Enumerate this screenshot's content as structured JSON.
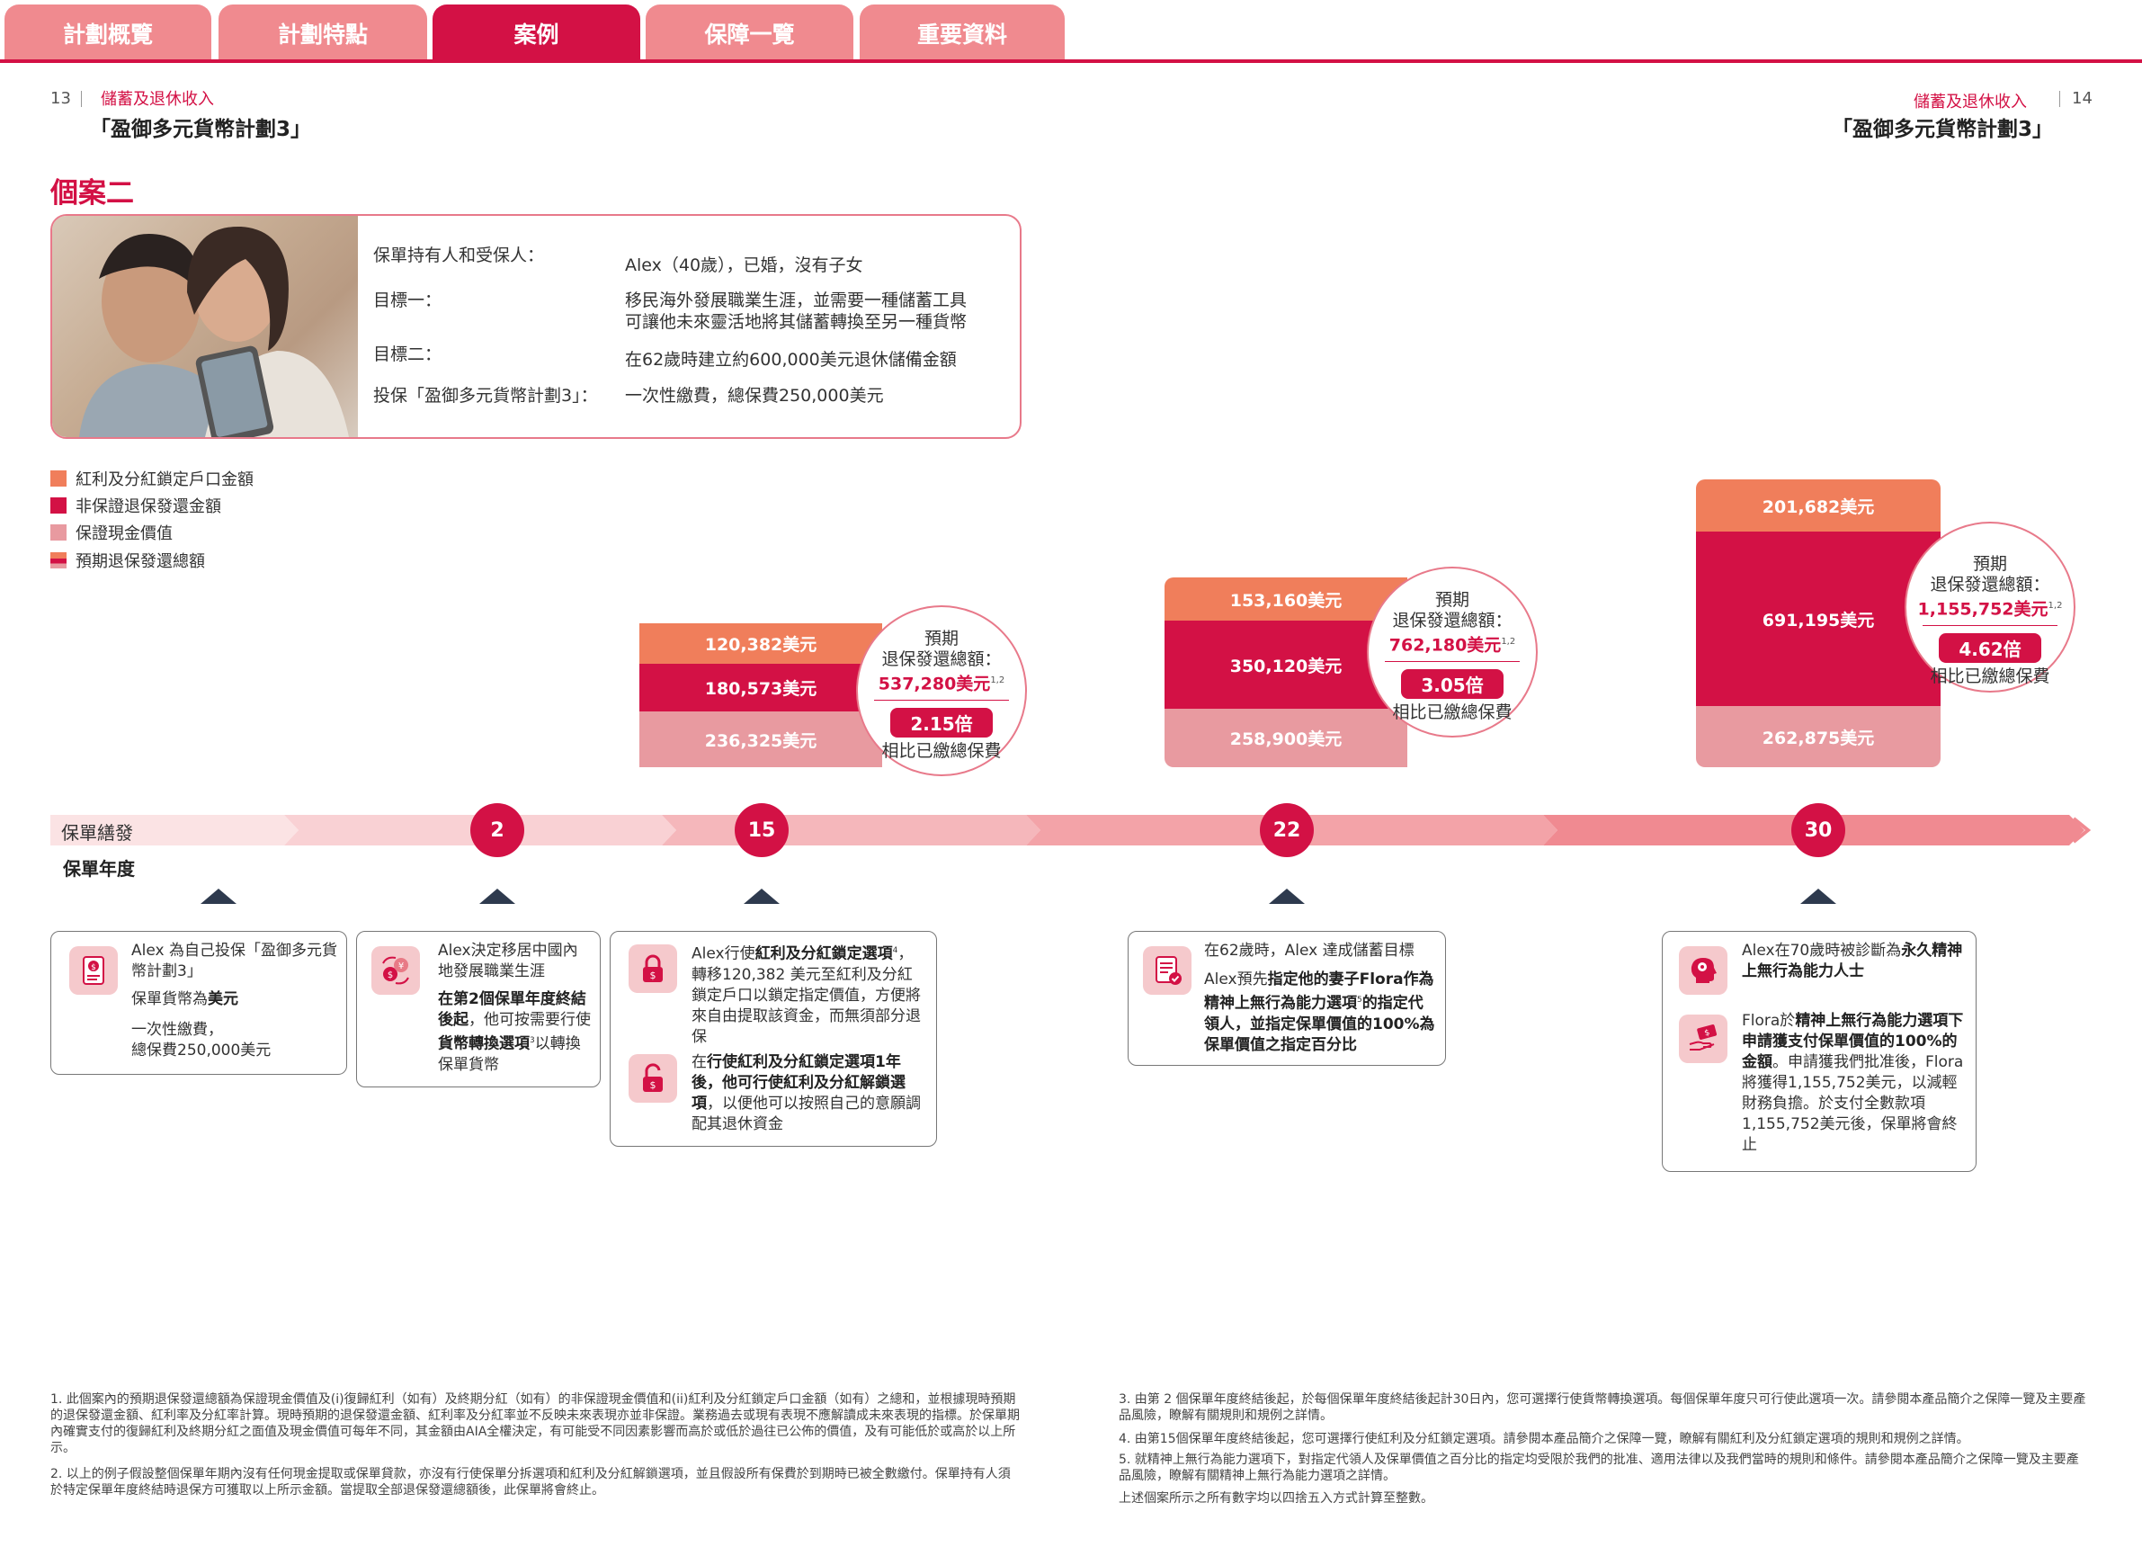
{
  "tabs": [
    "計劃概覽",
    "計劃特點",
    "案例",
    "保障一覽",
    "重要資料"
  ],
  "header": {
    "left_page": "13",
    "left_section": "儲蓄及退休收入",
    "left_title": "「盈御多元貨幣計劃3」",
    "right_section": "儲蓄及退休收入",
    "right_page": "14",
    "right_title": "「盈御多元貨幣計劃3」"
  },
  "case_title": "個案二",
  "profile": {
    "rows": [
      {
        "label": "保單持有人和受保人：",
        "value": "Alex（40歲），已婚，沒有子女"
      },
      {
        "label": "目標一：",
        "value": "移民海外發展職業生涯，並需要一種儲蓄工具 可讓他未來靈活地將其儲蓄轉換至另一種貨幣"
      },
      {
        "label": "目標二：",
        "value": "在62歲時建立約600,000美元退休儲備金額"
      },
      {
        "label": "投保「盈御多元貨幣計劃3」：",
        "value": "一次性繳費，總保費250,000美元"
      }
    ]
  },
  "legend": [
    {
      "label": "紅利及分紅鎖定戶口金額",
      "color": "#f07e5b"
    },
    {
      "label": "非保證退保發還金額",
      "color": "#d31145"
    },
    {
      "label": "保證現金價值",
      "color": "#e89aa0"
    },
    {
      "label": "預期退保發還總額",
      "color": "#d31145"
    }
  ],
  "bars": [
    {
      "year": "15",
      "lock": "120,382美元",
      "nonguar": "180,573美元",
      "cash": "236,325美元",
      "circle_title1": "預期",
      "circle_title2": "退保發還總額：",
      "total": "537,280美元",
      "sup": "1,2",
      "multiple": "2.15倍",
      "compare": "相比已繳總保費"
    },
    {
      "year": "22",
      "lock": "153,160美元",
      "nonguar": "350,120美元",
      "cash": "258,900美元",
      "circle_title1": "預期",
      "circle_title2": "退保發還總額：",
      "total": "762,180美元",
      "sup": "1,2",
      "multiple": "3.05倍",
      "compare": "相比已繳總保費"
    },
    {
      "year": "30",
      "lock": "201,682美元",
      "nonguar": "691,195美元",
      "cash": "262,875美元",
      "circle_title1": "預期",
      "circle_title2": "退保發還總額：",
      "total": "1,155,752美元",
      "sup": "1,2",
      "multiple": "4.62倍",
      "compare": "相比已繳總保費"
    }
  ],
  "timeline": {
    "start_label": "保單繕發",
    "axis_label": "保單年度",
    "nodes": [
      "2",
      "15",
      "22",
      "30"
    ]
  },
  "cards": {
    "c1": {
      "p1": "Alex 為自己投保「盈御多元貨幣計劃3」",
      "p2a": "保單貨幣為",
      "p2b": "美元",
      "p3": "一次性繳費，",
      "p4": "總保費250,000美元"
    },
    "c2": {
      "p1": "Alex決定移居中國內地發展職業生涯",
      "p2": "在第2個保單年度終結後起",
      "p3": "，他可按需要行使",
      "p4": "貨幣轉換選項",
      "sup": "3",
      "p5": "以轉換保單貨幣"
    },
    "c3": {
      "p1a": "Alex行使",
      "p1b": "紅利及分紅鎖定選項",
      "sup": "4",
      "p1c": "，轉移120,382 美元至紅利及分紅鎖定戶口以鎖定指定價值，方便將來自由提取該資金，而無須部分退保",
      "p2a": "在",
      "p2b": "行使紅利及分紅鎖定選項1年後，他可行使紅利及分紅解鎖選項",
      "p2c": "，以便他可以按照自己的意願調配其退休資金"
    },
    "c4": {
      "p1": "在62歲時，Alex 達成儲蓄目標",
      "p2a": "Alex預先",
      "p2b": "指定他的妻子Flora作為精神上無行為能力選項",
      "sup": "5",
      "p2c": "的指定代領人，並指定保單價值的100%為保單價值之指定百分比"
    },
    "c5": {
      "p1a": "Alex在70歲時被診斷為",
      "p1b": "永久精神上無行為能力人士",
      "p2a": "Flora於",
      "p2b": "精神上無行為能力選項下申請獲支付保單價值的100%的金額",
      "p2c": "。申請獲我們批准後，Flora將獲得1,155,752美元，以減輕財務負擔。於支付全數款項1,155,752美元後，保單將會終止"
    }
  },
  "footnotes": {
    "left": [
      "1.  此個案內的預期退保發還總額為保證現金價值及(i)復歸紅利（如有）及終期分紅（如有）的非保證現金價值和(ii)紅利及分紅鎖定戶口金額（如有）之總和，並根據現時預期的退保發還金額、紅利率及分紅率計算。現時預期的退保發還金額、紅利率及分紅率並不反映未來表現亦並非保證。業務過去或現有表現不應解讀成未來表現的指標。於保單期內確實支付的復歸紅利及終期分紅之面值及現金價值可每年不同，其金額由AIA全權決定，有可能受不同因素影響而高於或低於過往已公佈的價值，及有可能低於或高於以上所示。",
      "2.  以上的例子假設整個保單年期內沒有任何現金提取或保單貸款，亦沒有行使保單分拆選項和紅利及分紅解鎖選項，並且假設所有保費於到期時已被全數繳付。保單持有人須於特定保單年度終結時退保方可獲取以上所示金額。當提取全部退保發還總額後，此保單將會終止。"
    ],
    "right": [
      "3.  由第 2 個保單年度終結後起，於每個保單年度終結後起計30日內，您可選擇行使貨幣轉換選項。每個保單年度只可行使此選項一次。請參閱本產品簡介之保障一覽及主要產品風險，瞭解有關規則和規例之詳情。",
      "4.  由第15個保單年度終結後起，您可選擇行使紅利及分紅鎖定選項。請參閱本產品簡介之保障一覽，瞭解有關紅利及分紅鎖定選項的規則和規例之詳情。",
      "5.  就精神上無行為能力選項下，對指定代領人及保單價值之百分比的指定均受限於我們的批准、適用法律以及我們當時的規則和條件。請參閱本產品簡介之保障一覽及主要產品風險，瞭解有關精神上無行為能力選項之詳情。"
    ],
    "note": "上述個案所示之所有數字均以四捨五入方式計算至整數。"
  }
}
